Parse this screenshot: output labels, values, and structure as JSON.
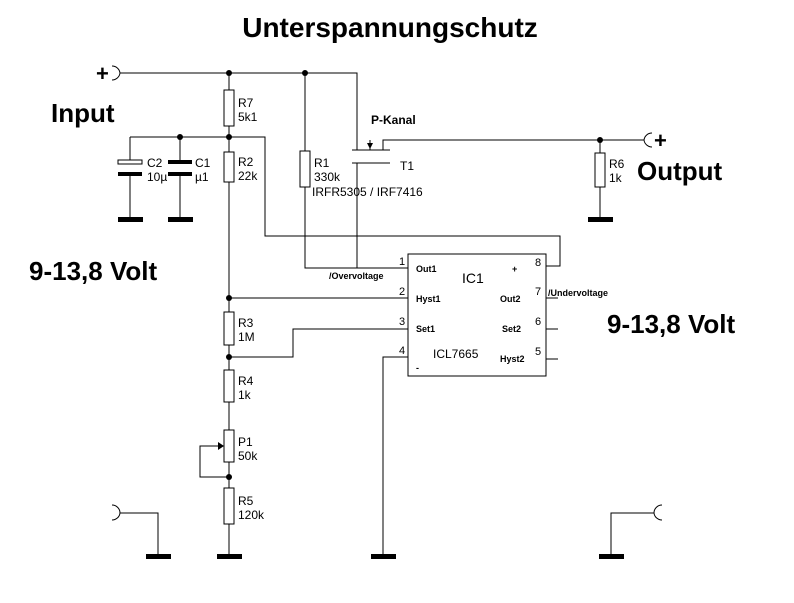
{
  "title": "Unterspannungschutz",
  "input": {
    "label": "Input",
    "plus": "+",
    "voltage": "9-13,8 Volt"
  },
  "output": {
    "label": "Output",
    "plus": "+",
    "voltage": "9-13,8 Volt"
  },
  "transistor": {
    "type_label": "P-Kanal",
    "name": "T1",
    "part": "IRFR5305 / IRF7416"
  },
  "components": {
    "r7": {
      "name": "R7",
      "value": "5k1"
    },
    "r2": {
      "name": "R2",
      "value": "22k"
    },
    "r1": {
      "name": "R1",
      "value": "330k"
    },
    "r3": {
      "name": "R3",
      "value": "1M"
    },
    "r4": {
      "name": "R4",
      "value": "1k"
    },
    "p1": {
      "name": "P1",
      "value": "50k"
    },
    "r5": {
      "name": "R5",
      "value": "120k"
    },
    "r6": {
      "name": "R6",
      "value": "1k"
    },
    "c2": {
      "name": "C2",
      "value": "10µ"
    },
    "c1": {
      "name": "C1",
      "value": "µ1"
    }
  },
  "ic": {
    "name": "IC1",
    "part": "ICL7665",
    "pins": {
      "p1": {
        "num": "1",
        "label": "Out1",
        "net": "/Overvoltage"
      },
      "p2": {
        "num": "2",
        "label": "Hyst1"
      },
      "p3": {
        "num": "3",
        "label": "Set1"
      },
      "p4": {
        "num": "4",
        "label": "-"
      },
      "p5": {
        "num": "5",
        "label": "Hyst2"
      },
      "p6": {
        "num": "6",
        "label": "Set2"
      },
      "p7": {
        "num": "7",
        "label": "Out2",
        "net": "/Undervoltage"
      },
      "p8": {
        "num": "8",
        "label": "+"
      }
    }
  }
}
